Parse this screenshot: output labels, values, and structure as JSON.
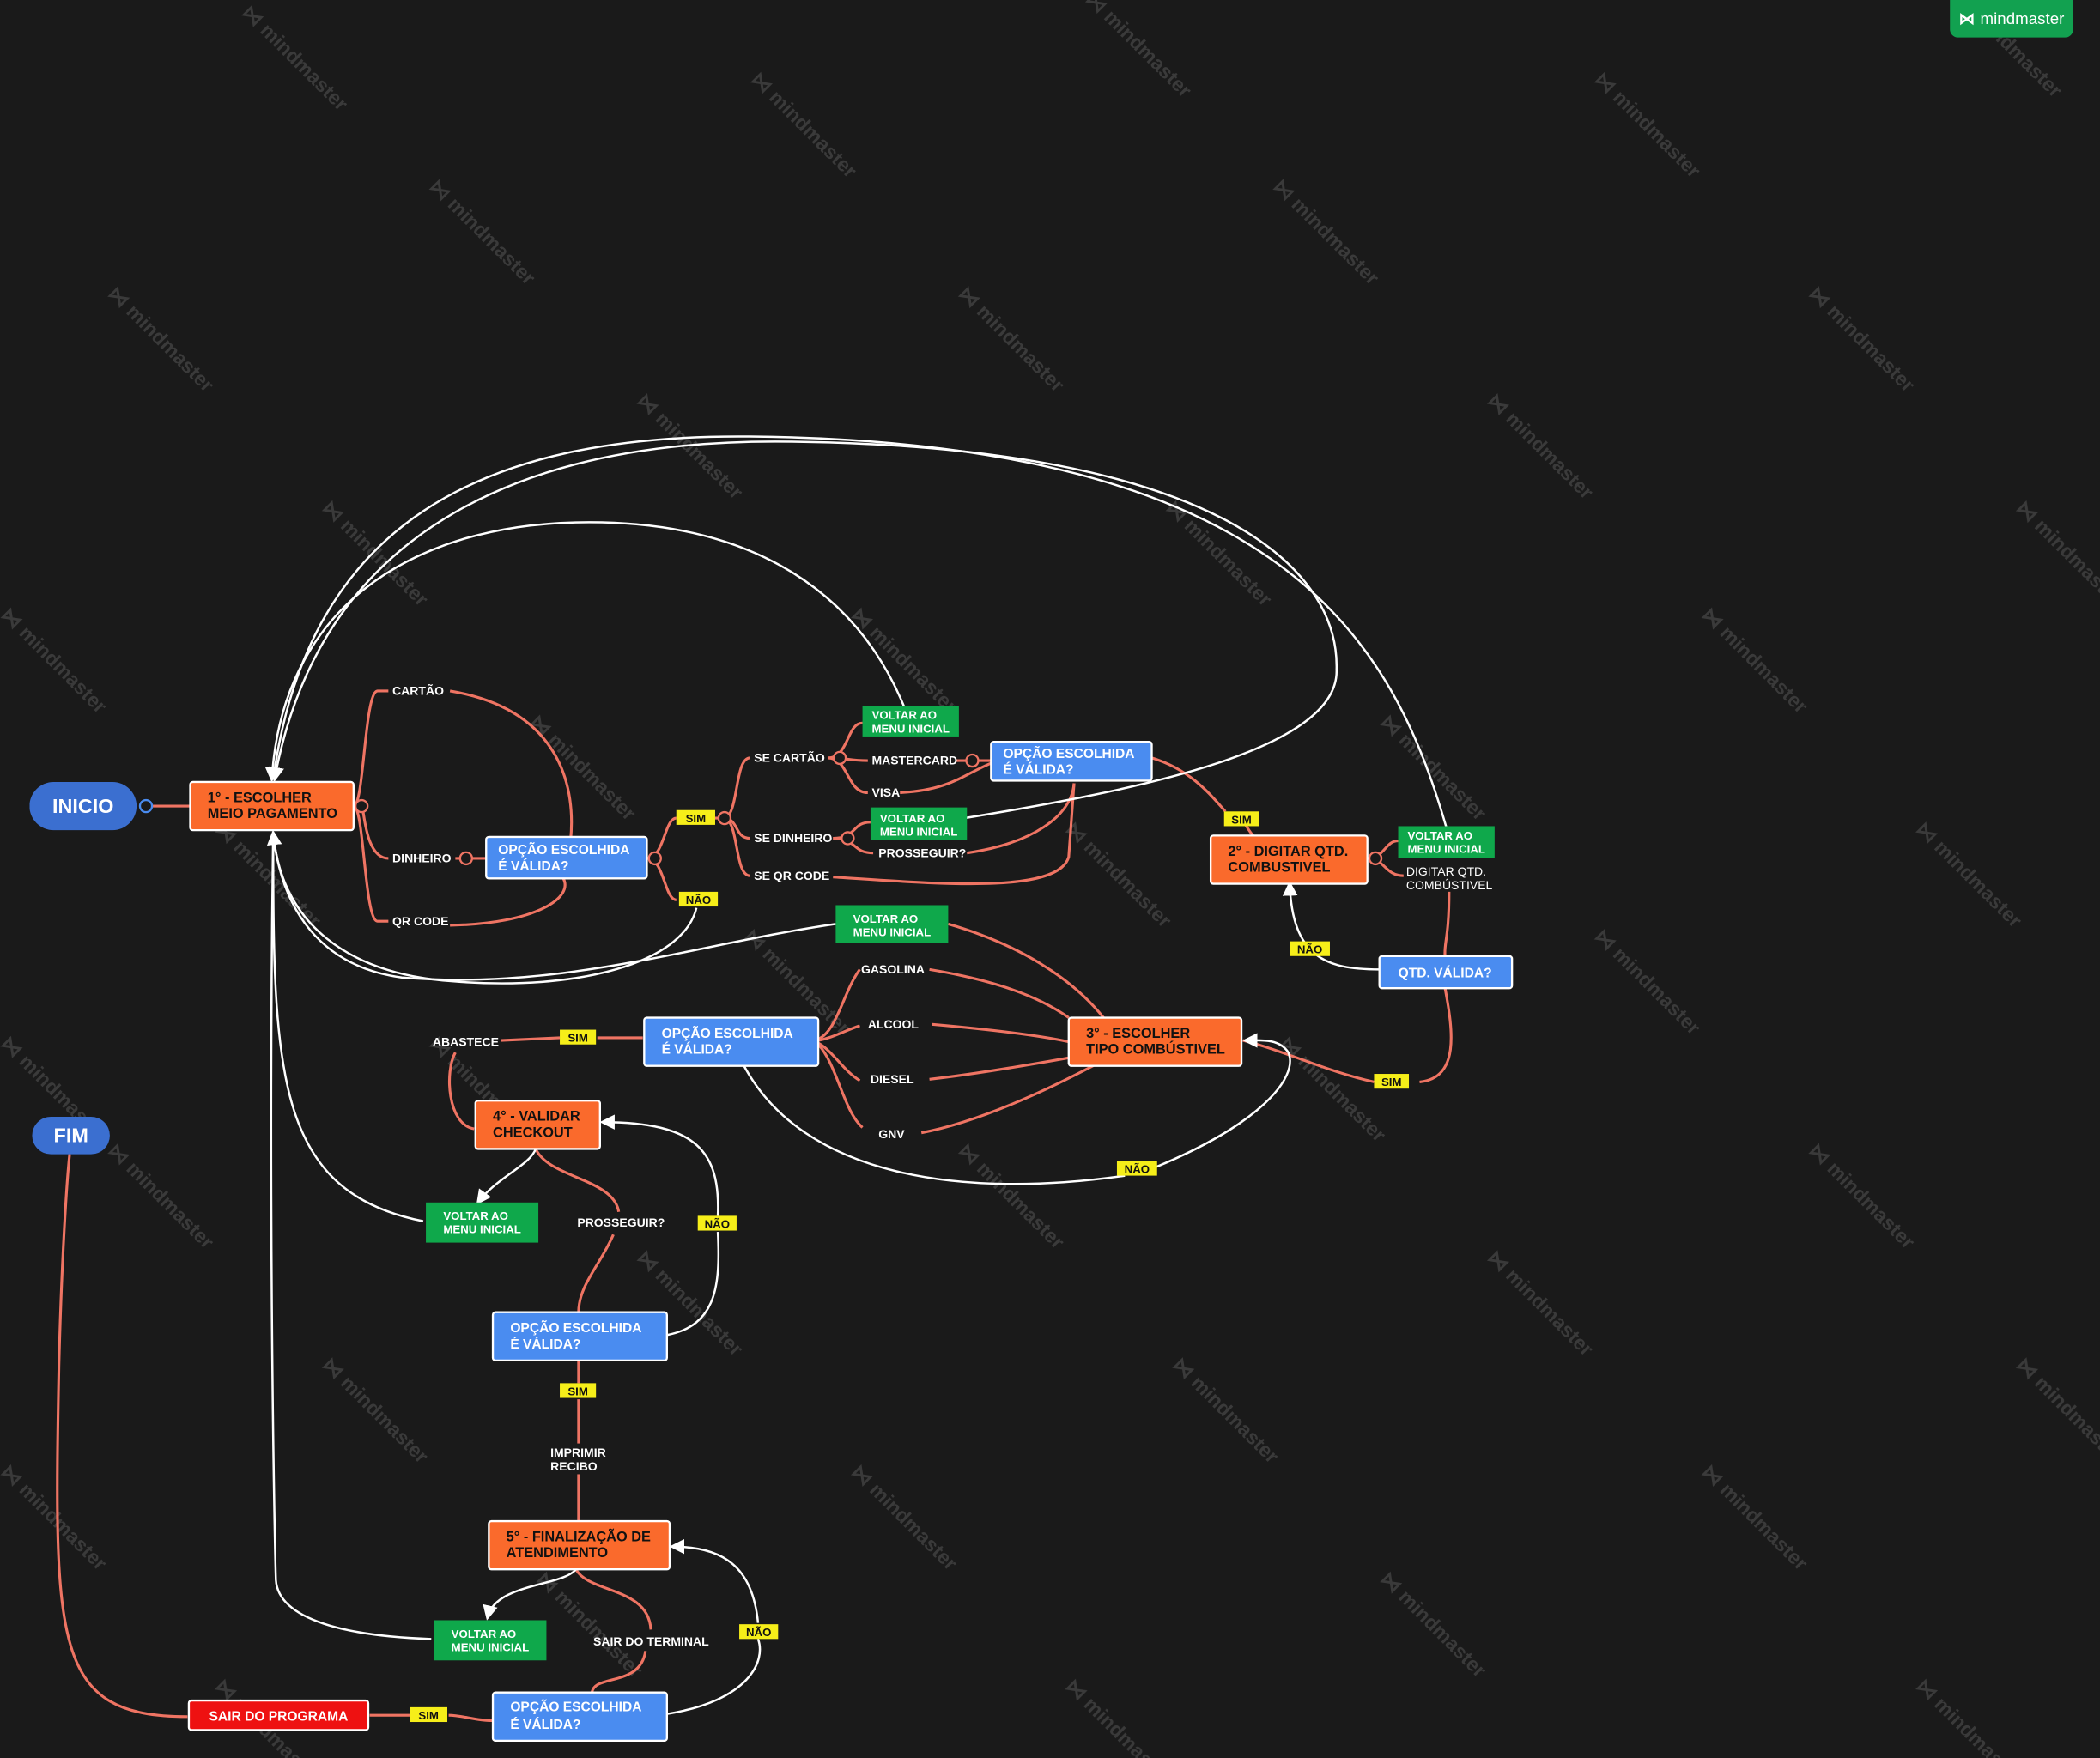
{
  "brand": {
    "name": "mindmaster",
    "icon": "mindmaster-logo-icon",
    "color": "#12a150"
  },
  "watermark": "mindmaster",
  "colors": {
    "orange": "#fa6a2c",
    "blue": "#4a8cf0",
    "green": "#0fa84b",
    "red": "#ee1111",
    "pill": "#3b6fd0",
    "yellow": "#f6ee19",
    "salmon_line": "#ef7463",
    "white_line": "#ffffff"
  },
  "nodes": {
    "inicio": "INICIO",
    "fim": "FIM",
    "step1": [
      "1° - ESCOLHER",
      "MEIO PAGAMENTO"
    ],
    "valida_a": [
      "OPÇÃO ESCOLHIDA",
      "É VÁLIDA?"
    ],
    "valida_b": [
      "OPÇÃO ESCOLHIDA",
      "É VÁLIDA?"
    ],
    "step2": [
      "2° - DIGITAR QTD.",
      "COMBUSTIVEL"
    ],
    "qtd_valida": "QTD. VÁLIDA?",
    "step3": [
      "3° - ESCOLHER",
      "TIPO COMBÚSTIVEL"
    ],
    "valida_c": [
      "OPÇÃO ESCOLHIDA",
      "É VÁLIDA?"
    ],
    "step4": [
      "4° - VALIDAR",
      "CHECKOUT"
    ],
    "valida_d": [
      "OPÇÃO ESCOLHIDA",
      "É VÁLIDA?"
    ],
    "step5": [
      "5° - FINALIZAÇÃO DE",
      "ATENDIMENTO"
    ],
    "valida_e": [
      "OPÇÃO ESCOLHIDA",
      "É VÁLIDA?"
    ],
    "sair_programa": "SAIR DO PROGRAMA",
    "voltar_menu": [
      "VOLTAR AO",
      "MENU INICIAL"
    ]
  },
  "labels": {
    "cartao": "CARTÃO",
    "dinheiro": "DINHEIRO",
    "qr_code": "QR CODE",
    "se_cartao": "SE CARTÃO",
    "se_dinheiro": "SE DINHEIRO",
    "se_qr_code": "SE QR CODE",
    "mastercard": "MASTERCARD",
    "visa": "VISA",
    "prosseguir": "PROSSEGUIR?",
    "digitar_qtd": [
      "DIGITAR QTD.",
      "COMBÚSTIVEL"
    ],
    "gasolina": "GASOLINA",
    "alcool": "ALCOOL",
    "diesel": "DIESEL",
    "gnv": "GNV",
    "abastece": "ABASTECE",
    "imprimir_recibo": [
      "IMPRIMIR",
      "RECIBO"
    ],
    "sair_terminal": "SAIR DO TERMINAL"
  },
  "tags": {
    "sim": "SIM",
    "nao": "NÃO"
  }
}
